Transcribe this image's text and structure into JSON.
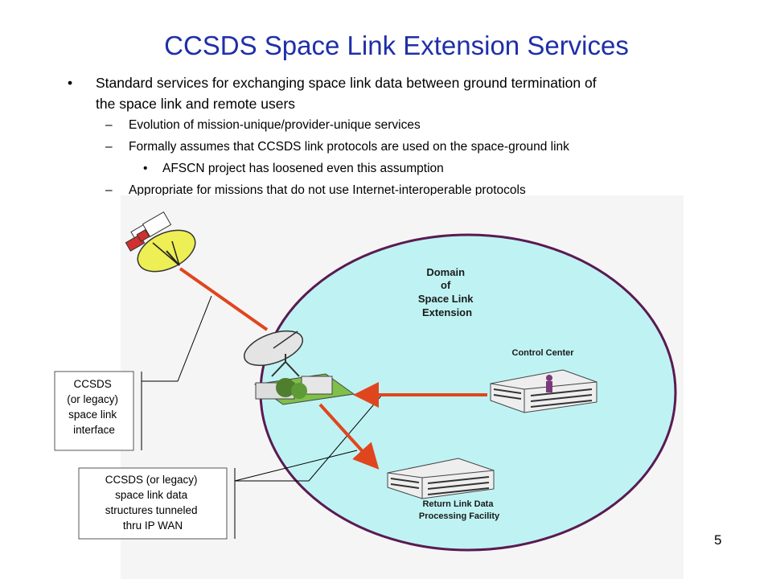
{
  "slide": {
    "title": "CCSDS Space Link Extension Services",
    "page_number": "5"
  },
  "bullets": {
    "b1_line1": "Standard services for exchanging space link data between ground termination of",
    "b1_line2": "the space link and remote users",
    "b1a": "Evolution of mission-unique/provider-unique services",
    "b1b": "Formally assumes that CCSDS link protocols are used on the space-ground link",
    "b1b_i": "AFSCN project has loosened even this assumption",
    "b1c": "Appropriate for missions that do not use Internet-interoperable protocols",
    "marker_bullet": "•",
    "marker_dash": "–"
  },
  "diagram": {
    "domain_label": [
      "Domain",
      "of",
      "Space Link",
      "Extension"
    ],
    "control_center_label": "Control Center",
    "return_link_label": [
      "Return Link Data",
      "Processing Facility"
    ],
    "callout_interface": [
      "CCSDS",
      "(or legacy)",
      "space link",
      "interface"
    ],
    "callout_structures": [
      "CCSDS (or legacy)",
      "space link data",
      "structures tunneled",
      "thru IP WAN"
    ],
    "colors": {
      "title": "#1f2fa8",
      "domain_fill": "#bff3f3",
      "domain_stroke": "#5a1a52",
      "arrow": "#e0461e",
      "satellite_dish": "#eeee55"
    }
  }
}
